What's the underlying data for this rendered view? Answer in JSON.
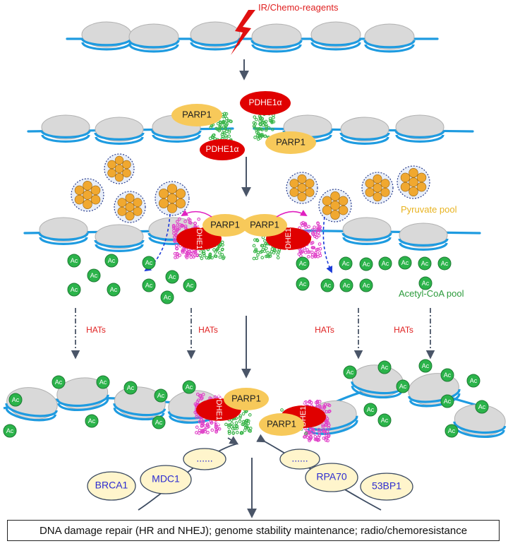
{
  "labels": {
    "damage": "IR/Chemo-reagents",
    "parp1": "PARP1",
    "pdhe1a": "PDHE1α",
    "pyruvate_pool": "Pyruvate pool",
    "acetyl_coa_pool": "Acetyl-CoA pool",
    "hats": "HATs",
    "ac": "Ac",
    "ellipsis": "......",
    "brca1": "BRCA1",
    "mdc1": "MDC1",
    "rpa70": "RPA70",
    "p53bp1": "53BP1",
    "outcome": "DNA damage repair (HR and NHEJ); genome stability maintenance; radio/chemoresistance"
  },
  "colors": {
    "dna": "#1e9be0",
    "nucleosome": "#d9d9d9",
    "parp1": "#f7c95a",
    "pdhe1a": "#e00000",
    "ac_ball": "#2bb34a",
    "green_chain": "#3ab54a",
    "magenta_chain": "#e040c8",
    "pyruvate_ball": "#f0a830",
    "repair_protein_fill": "#fff5cc",
    "repair_protein_text": "#2b2bd0",
    "label_red": "#e02020",
    "label_green": "#2a9a3a",
    "label_yellow": "#e8b320"
  }
}
